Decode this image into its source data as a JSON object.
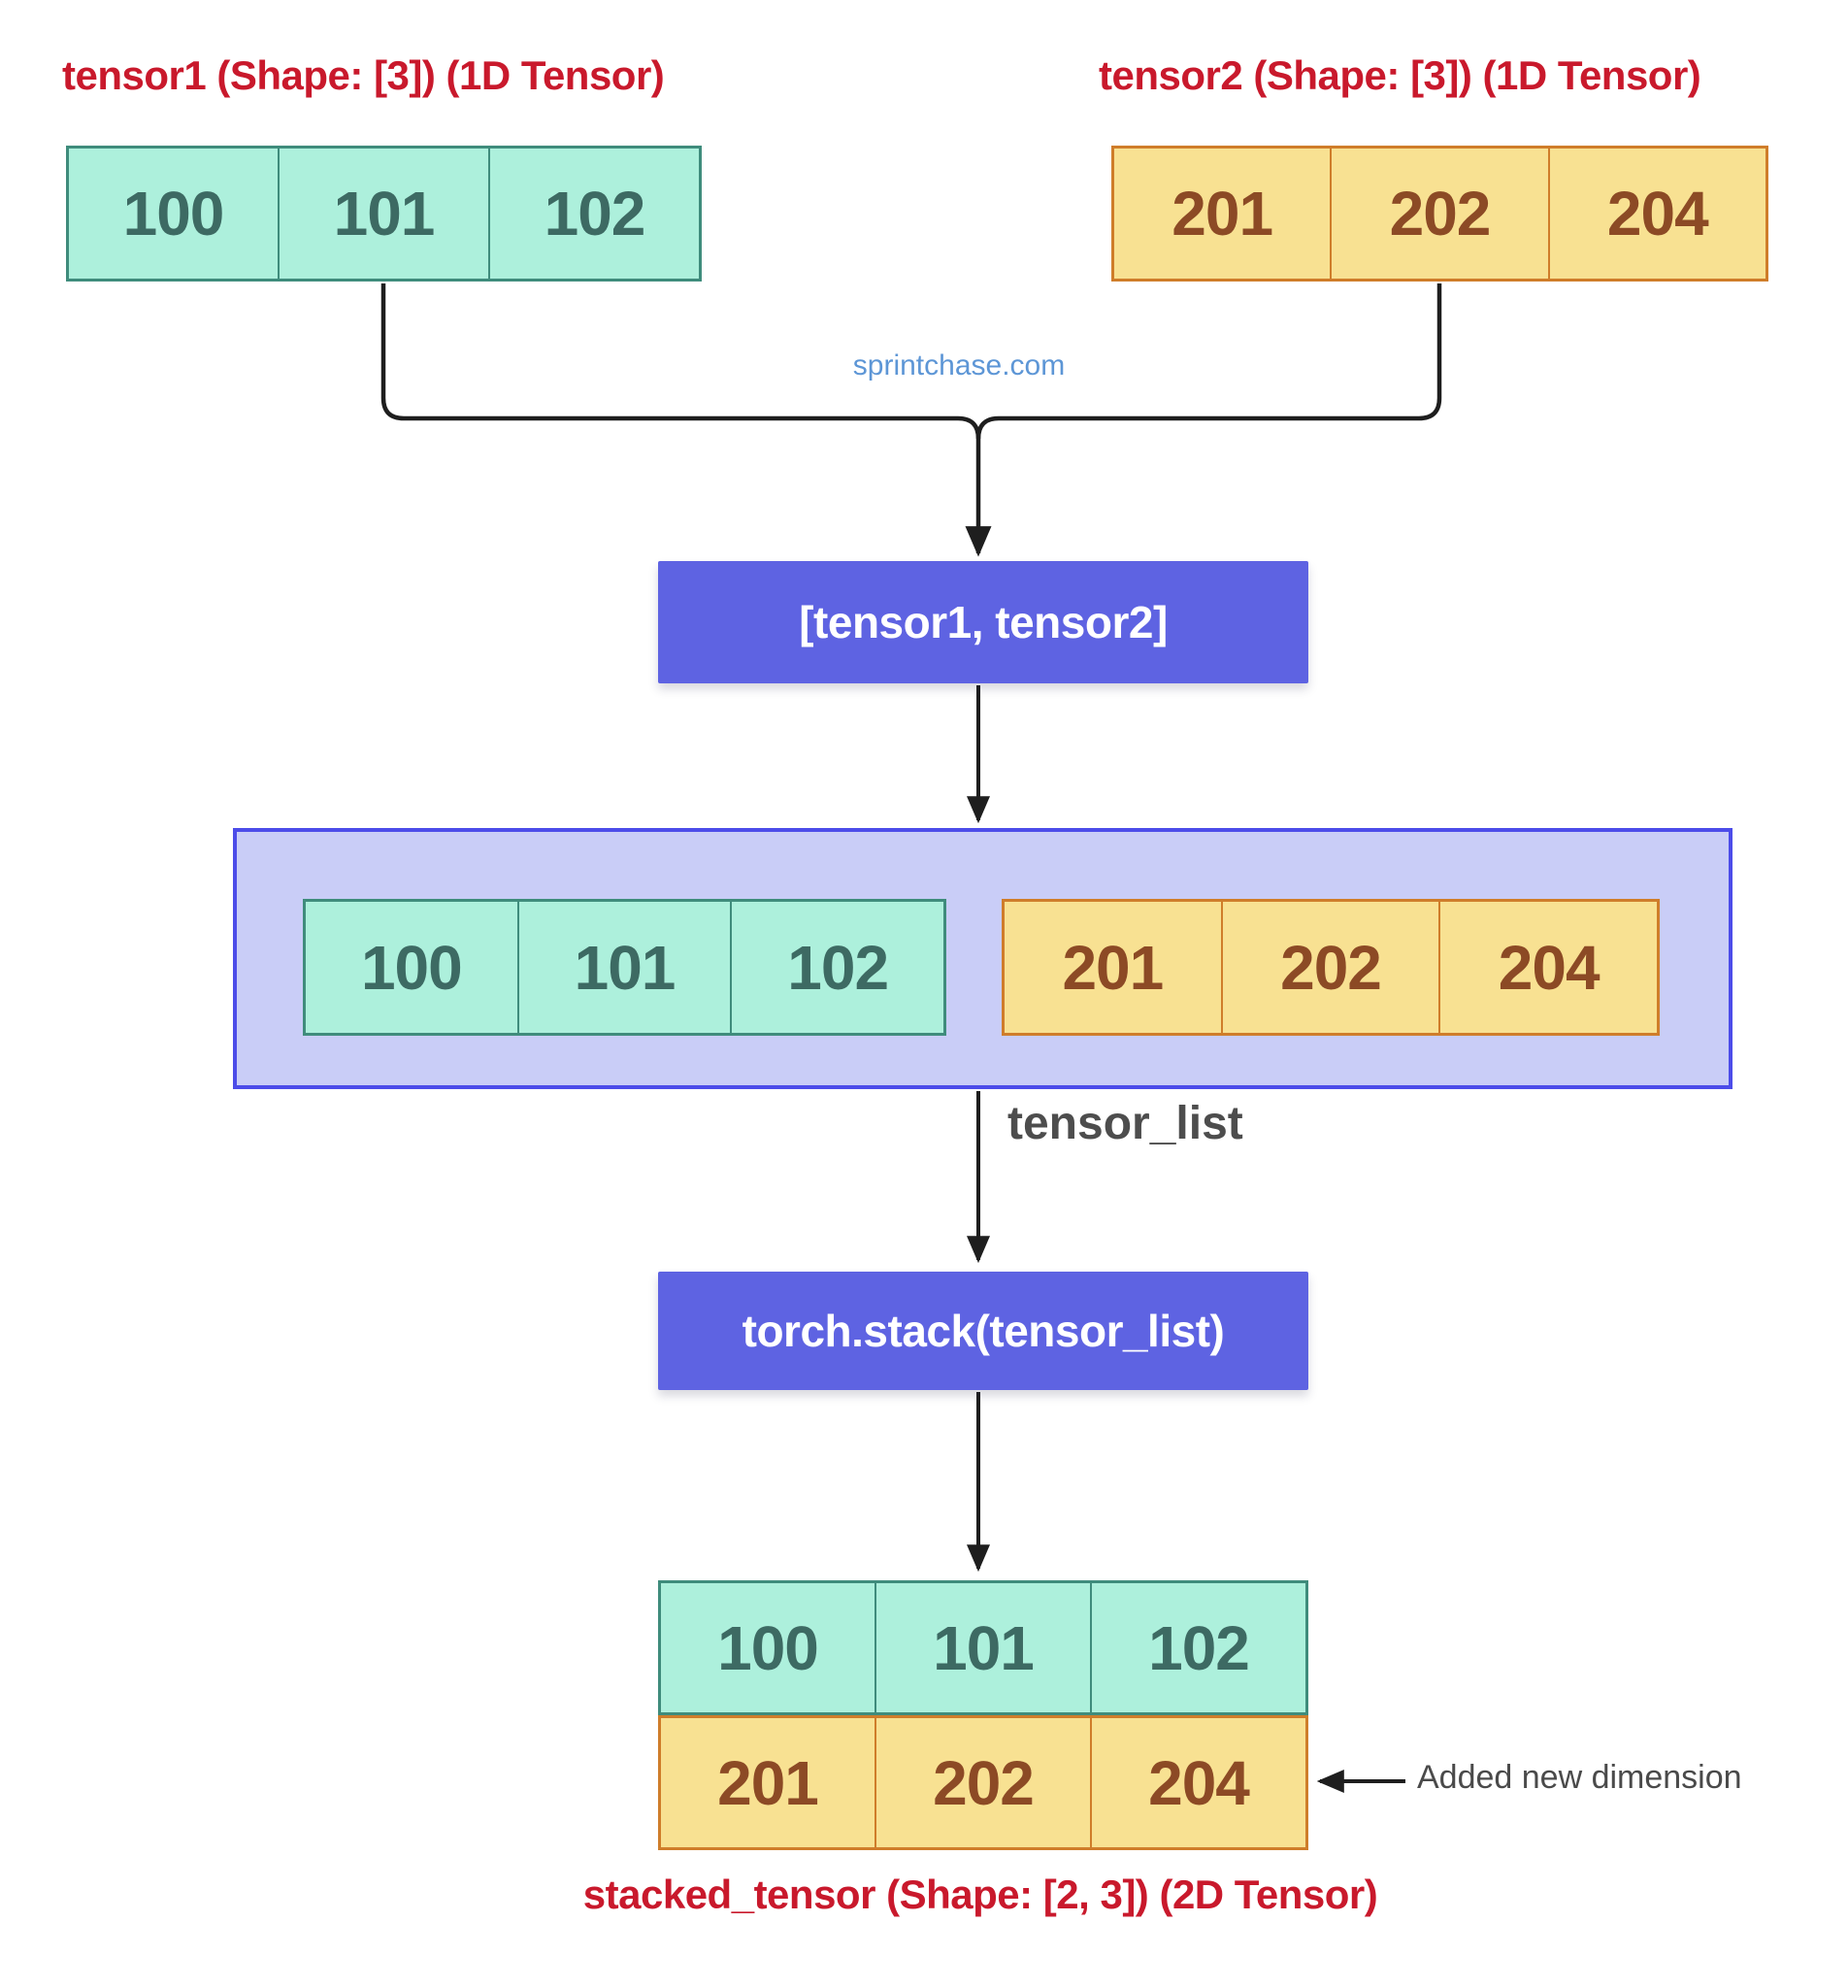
{
  "diagram": {
    "tensor1": {
      "title": "tensor1 (Shape: [3]) (1D Tensor)",
      "values": [
        "100",
        "101",
        "102"
      ]
    },
    "tensor2": {
      "title": "tensor2 (Shape: [3]) (1D Tensor)",
      "values": [
        "201",
        "202",
        "204"
      ]
    },
    "watermark": "sprintchase.com",
    "list_expression": "[tensor1, tensor2]",
    "tensor_list_label": "tensor_list",
    "stack_call": "torch.stack(tensor_list)",
    "annotation": "Added new dimension",
    "stacked": {
      "title": "stacked_tensor (Shape: [2, 3]) (2D Tensor)",
      "rows": [
        [
          "100",
          "101",
          "102"
        ],
        [
          "201",
          "202",
          "204"
        ]
      ]
    }
  },
  "colors": {
    "label_red": "#c9192c",
    "teal_fill": "#adf0dc",
    "teal_border": "#3f8c7c",
    "teal_text": "#3d6a63",
    "gold_fill": "#f8e192",
    "gold_border": "#cf7d2a",
    "gold_text": "#8c4a25",
    "purple_fill": "#5e63e2",
    "purple_text": "#ffffff",
    "list_container_fill": "#c9cdf7",
    "list_container_border": "#4c4ce9",
    "connector_line": "#1e1e1e",
    "gray_text": "#4d4d4d",
    "watermark_blue": "#5d96d6"
  }
}
